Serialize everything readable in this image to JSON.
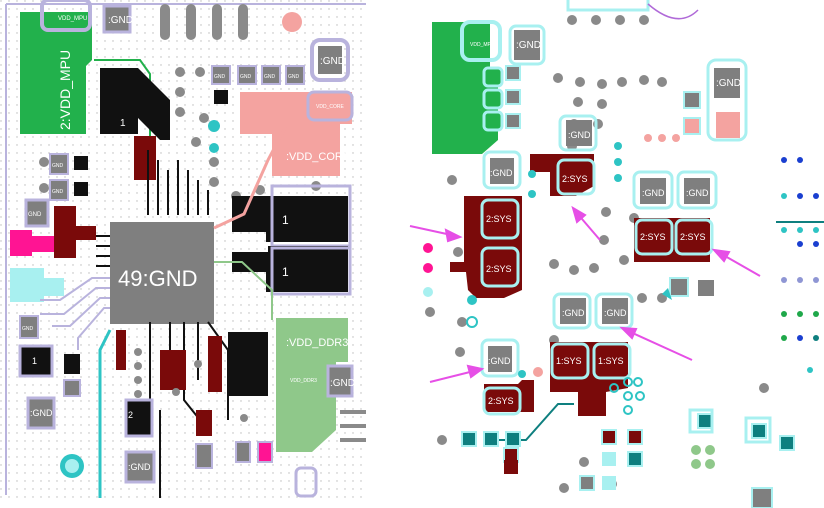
{
  "colors": {
    "copper_dark": "#7a0a0a",
    "plane_black": "#111111",
    "vdd_mpu": "#22b14c",
    "vdd_core": "#f4a3a0",
    "vdd_ddr3": "#8fc88a",
    "pad_gray": "#7f7f7f",
    "via_gray": "#8a8a8a",
    "outline_light": "#a8f0f0",
    "outline_lilac": "#b9b3dd",
    "trace_cyan": "#2ec4c4",
    "arrow_magenta": "#e64fe6",
    "hot_pink": "#ff1493"
  },
  "left": {
    "ic_label": "49:GND",
    "net_vdd_mpu": "2:VDD_MPU",
    "net_vdd_mpu_small": "VDD_MPU",
    "net_vdd_core": ":VDD_CORE",
    "net_vdd_core_small": "VDD_CORE",
    "net_vdd_ddr3": ":VDD_DDR3",
    "net_vdd_ddr3_small": "VDD_DDR3",
    "pad_one": "1",
    "pad_two": "2",
    "gnd": ":GND",
    "gnd_small": "GND"
  },
  "right": {
    "net_vdd_mpu_small": "VDD_MPU",
    "gnd": ":GND",
    "sys": "2:SYS",
    "sys1": "1:SYS"
  }
}
